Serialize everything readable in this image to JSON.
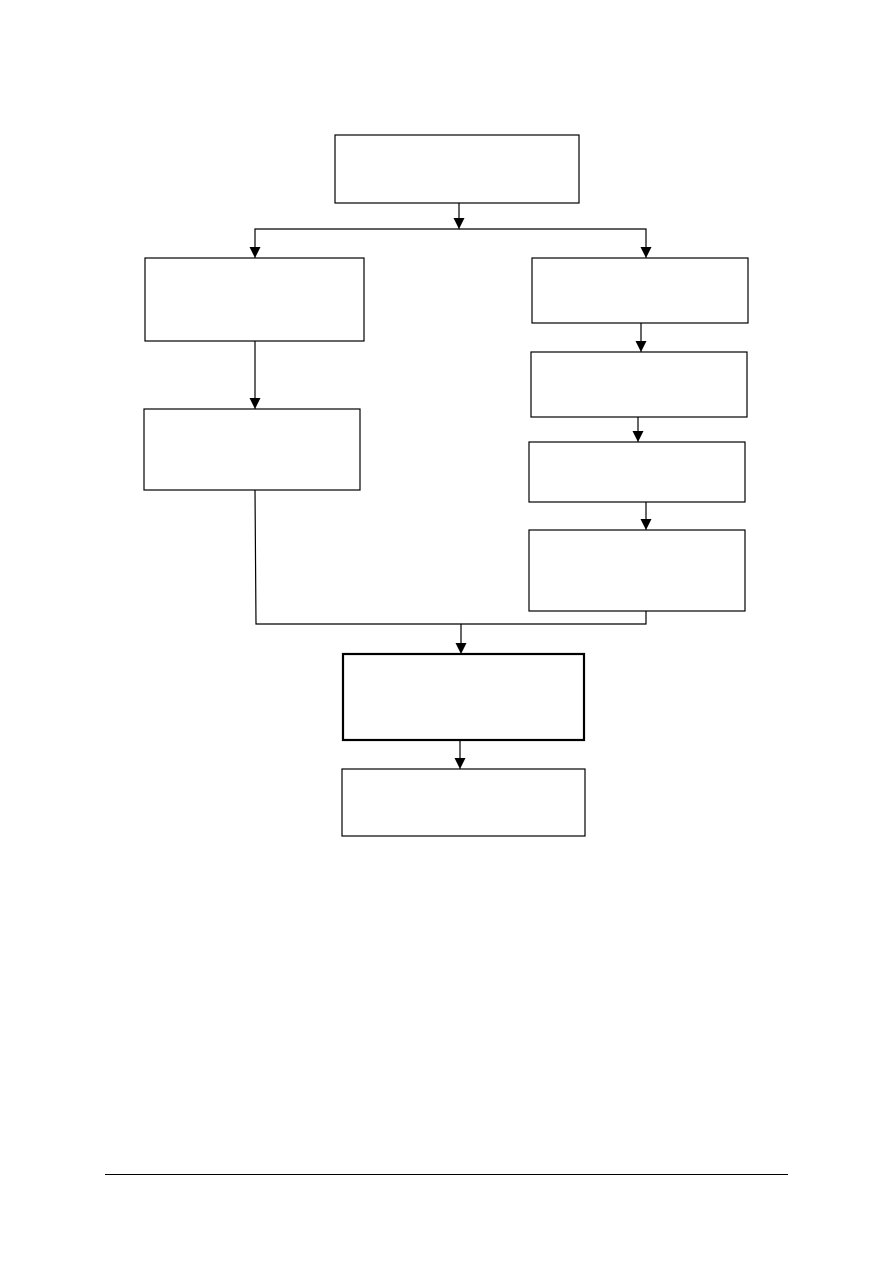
{
  "diagram": {
    "type": "flowchart",
    "nodes": [
      {
        "id": "top",
        "label": ""
      },
      {
        "id": "left-1",
        "label": ""
      },
      {
        "id": "left-2",
        "label": ""
      },
      {
        "id": "right-1",
        "label": ""
      },
      {
        "id": "right-2",
        "label": ""
      },
      {
        "id": "right-3",
        "label": ""
      },
      {
        "id": "right-4",
        "label": ""
      },
      {
        "id": "merge",
        "label": "",
        "emphasized": true
      },
      {
        "id": "bottom",
        "label": ""
      }
    ],
    "edges": [
      {
        "from": "top",
        "to": "left-1"
      },
      {
        "from": "top",
        "to": "right-1"
      },
      {
        "from": "left-1",
        "to": "left-2"
      },
      {
        "from": "right-1",
        "to": "right-2"
      },
      {
        "from": "right-2",
        "to": "right-3"
      },
      {
        "from": "right-3",
        "to": "right-4"
      },
      {
        "from": "left-2",
        "to": "merge"
      },
      {
        "from": "right-4",
        "to": "merge"
      },
      {
        "from": "merge",
        "to": "bottom"
      }
    ]
  },
  "colors": {
    "stroke": "#000000",
    "background": "#ffffff"
  }
}
